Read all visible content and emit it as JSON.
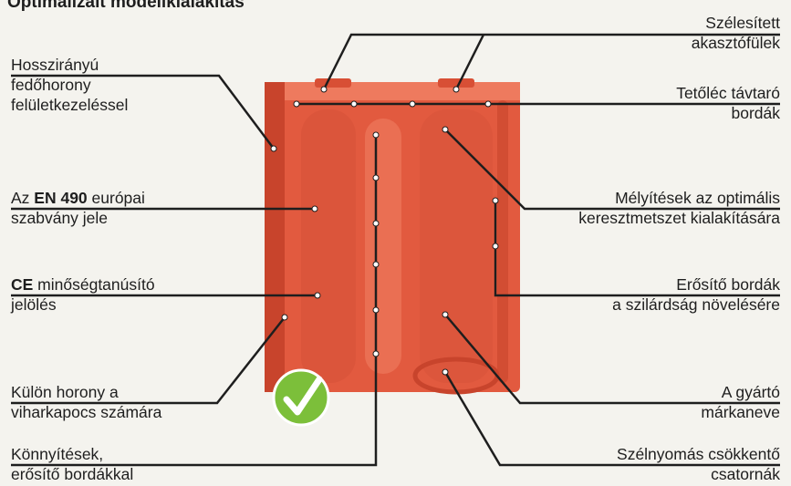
{
  "title": "Optimalizált modellkialakítás",
  "labels": {
    "left": {
      "hosszi_1": "Hosszirányú",
      "hosszi_2": "fedőhorony",
      "hosszi_3": "felületkezeléssel",
      "en490_pre": "Az ",
      "en490_bold": "EN 490",
      "en490_post": " európai",
      "en490_2": "szabvány jele",
      "ce_bold": "CE",
      "ce_post": " minőségtanúsító",
      "ce_2": "jelölés",
      "kulon_1": "Külön horony a",
      "kulon_2": "viharkapocs számára",
      "konny_1": "Könnyítések,",
      "konny_2": "erősítő bordákkal"
    },
    "right": {
      "szeles_1": "Szélesített",
      "szeles_2": "akasztófülek",
      "tetolec_1": "Tetőléc távtaró",
      "tetolec_2": "bordák",
      "melyit_1": "Mélyítések az optimális",
      "melyit_2": "keresztmetszet kialakítására",
      "erosito_1": "Erősítő bordák",
      "erosito_2": "a szilárdság növelésére",
      "gyarto_1": "A gyártó",
      "gyarto_2": "márkaneve",
      "szel_1": "Szélnyomás csökkentő",
      "szel_2": "csatornák"
    }
  },
  "colors": {
    "tile": "#e25a3f",
    "tile_dark": "#c8442c",
    "tile_light": "#ee7a5e",
    "leader": "#1e1e1e",
    "check_badge": "#7cbf3a"
  },
  "icons": {
    "badge": "checkmark-icon"
  }
}
